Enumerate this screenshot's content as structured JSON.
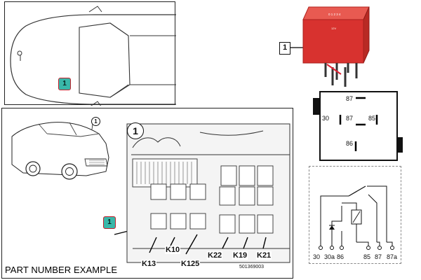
{
  "callout_badge": "1",
  "circled_marker": "1",
  "relay_callout": "1",
  "relay_color": "#d8322f",
  "badge_color": "#39b7a9",
  "relay_pinout": {
    "top": "87",
    "left": "30",
    "center": "87",
    "right": "85",
    "bottom": "86"
  },
  "relay_slots": {
    "lower_left": [
      "K13",
      "K10",
      "K125"
    ],
    "lower_right": [
      "K22",
      "K19",
      "K21"
    ]
  },
  "diagram_code": "501369003",
  "schematic_terminals": [
    "30",
    "30a",
    "86",
    "85",
    "87",
    "87a"
  ],
  "caption": "PART NUMBER EXAMPLE"
}
